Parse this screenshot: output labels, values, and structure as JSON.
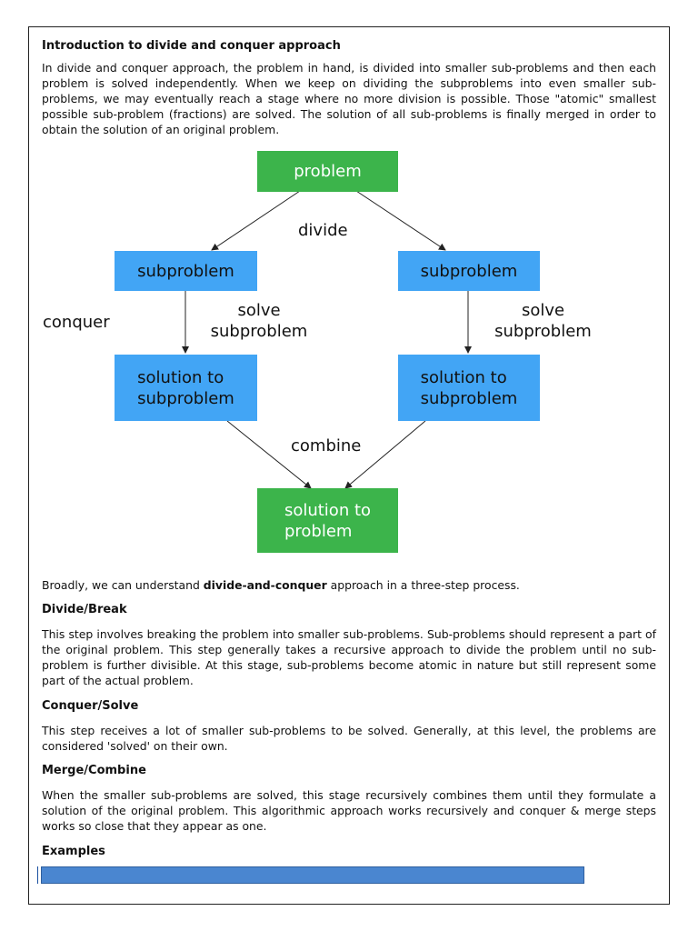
{
  "intro": {
    "title": "Introduction to divide and conquer approach",
    "paragraph": "In divide and conquer approach, the problem in hand, is divided into smaller sub-problems and then each problem is solved independently. When we keep on dividing the subproblems into even smaller sub-problems, we may eventually reach a stage where no more division is possible. Those \"atomic\" smallest possible sub-problem (fractions) are solved. The solution of all sub-problems is finally merged in order to obtain the solution of an original problem."
  },
  "diagram": {
    "top_node": "problem",
    "divide_label": "divide",
    "left_sub": "subproblem",
    "right_sub": "subproblem",
    "conquer_label": "conquer",
    "solve_left_1": "solve",
    "solve_left_2": "subproblem",
    "solve_right_1": "solve",
    "solve_right_2": "subproblem",
    "left_solution_1": "solution to",
    "left_solution_2": "subproblem",
    "right_solution_1": "solution to",
    "right_solution_2": "subproblem",
    "combine_label": "combine",
    "final_1": "solution to",
    "final_2": "problem",
    "colors": {
      "green": "#3cb44b",
      "blue": "#42a5f5"
    }
  },
  "body": {
    "broadly_pre": "Broadly, we can understand ",
    "broadly_bold": "divide-and-conquer",
    "broadly_post": " approach in a three-step process.",
    "divide_heading": "Divide/Break",
    "divide_text": "This step involves breaking the problem into smaller sub-problems. Sub-problems should represent a part of the original problem. This step generally takes a recursive approach to divide the problem until no sub-problem is further divisible. At this stage, sub-problems become atomic in nature but still represent some part of the actual problem.",
    "conquer_heading": "Conquer/Solve",
    "conquer_text": "This step receives a lot of smaller sub-problems to be solved. Generally, at this level, the problems are considered 'solved' on their own.",
    "merge_heading": "Merge/Combine",
    "merge_text": "When the smaller sub-problems are solved, this stage recursively combines them until they formulate a solution of the original problem. This algorithmic approach works recursively and conquer & merge steps works so close that they appear as one.",
    "examples_heading": "Examples"
  }
}
